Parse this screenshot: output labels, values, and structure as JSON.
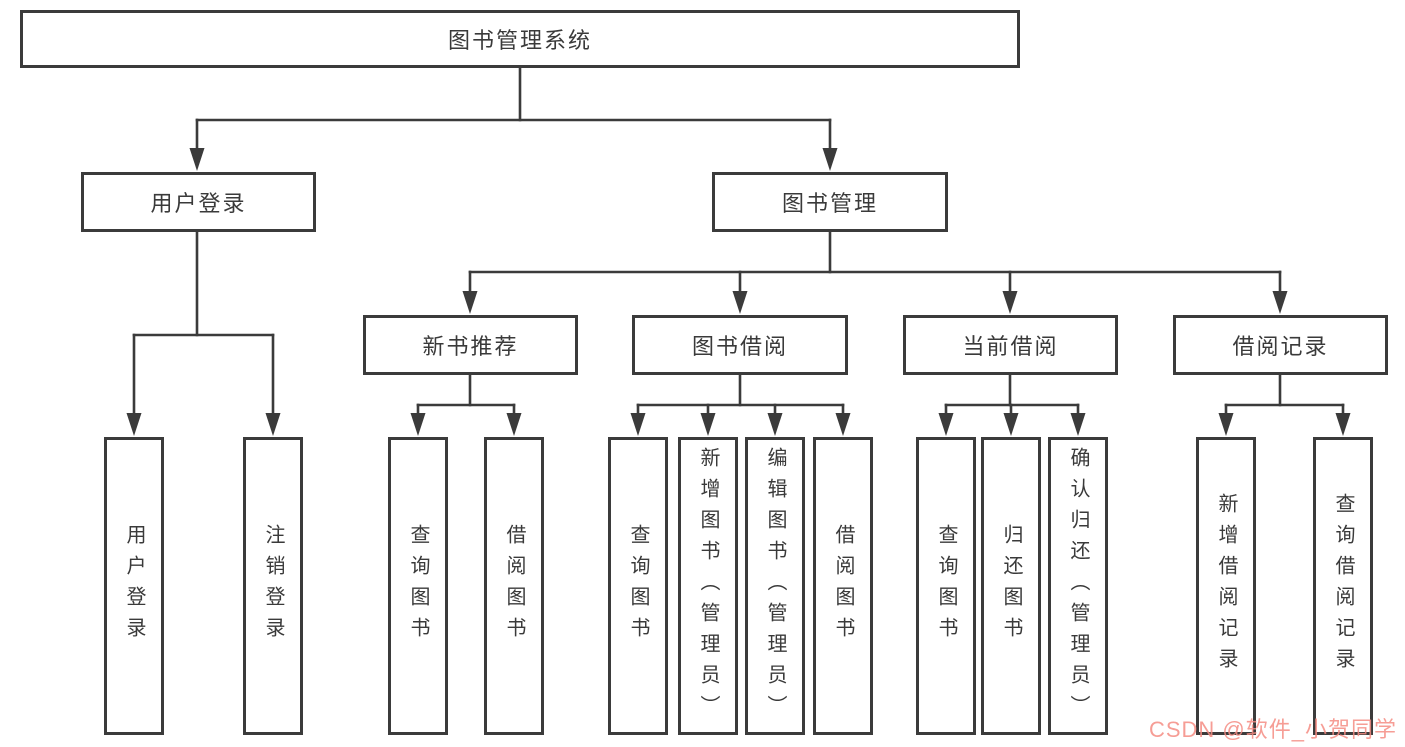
{
  "diagram": {
    "tree": {
      "label": "图书管理系统",
      "children": [
        {
          "label": "用户登录",
          "children": [
            {
              "label": "用户登录"
            },
            {
              "label": "注销登录"
            }
          ]
        },
        {
          "label": "图书管理",
          "children": [
            {
              "label": "新书推荐",
              "children": [
                {
                  "label": "查询图书"
                },
                {
                  "label": "借阅图书"
                }
              ]
            },
            {
              "label": "图书借阅",
              "children": [
                {
                  "label": "查询图书"
                },
                {
                  "label": "新增图书（管理员）"
                },
                {
                  "label": "编辑图书（管理员）"
                },
                {
                  "label": "借阅图书"
                }
              ]
            },
            {
              "label": "当前借阅",
              "children": [
                {
                  "label": "查询图书"
                },
                {
                  "label": "归还图书"
                },
                {
                  "label": "确认归还（管理员）"
                }
              ]
            },
            {
              "label": "借阅记录",
              "children": [
                {
                  "label": "新增借阅记录"
                },
                {
                  "label": "查询借阅记录"
                }
              ]
            }
          ]
        }
      ]
    },
    "colors": {
      "line": "#3b3b3b",
      "text": "#3a3a3a",
      "background": "#ffffff",
      "watermark": "#f48c82"
    }
  },
  "watermark": {
    "text": "CSDN @软件_小贺同学"
  }
}
